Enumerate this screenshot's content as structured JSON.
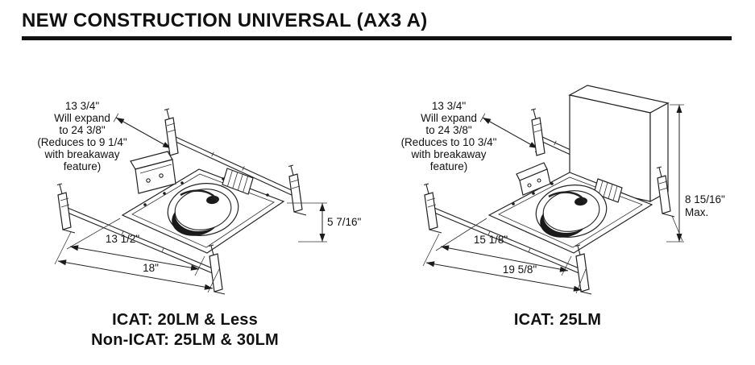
{
  "page": {
    "title": "NEW CONSTRUCTION UNIVERSAL (AX3 A)"
  },
  "diagrams": [
    {
      "id": "icat-20lm",
      "note": [
        "13 3/4\"",
        "Will expand",
        "to 24 3/8\"",
        "(Reduces to 9 1/4\"",
        "with breakaway",
        "feature)"
      ],
      "height_label": "5 7/16\"",
      "height_sub": "",
      "width_inner": "13 1/2\"",
      "width_outer": "18\"",
      "caption": [
        "ICAT: 20LM & Less",
        "Non-ICAT: 25LM & 30LM"
      ]
    },
    {
      "id": "icat-25lm",
      "note": [
        "13 3/4\"",
        "Will expand",
        "to 24 3/8\"",
        "(Reduces to 10 3/4\"",
        "with breakaway",
        "feature)"
      ],
      "height_label": "8 15/16\"",
      "height_sub": "Max.",
      "width_inner": "15 1/8\"",
      "width_outer": "19 5/8\"",
      "caption": [
        "ICAT: 25LM",
        ""
      ]
    }
  ]
}
